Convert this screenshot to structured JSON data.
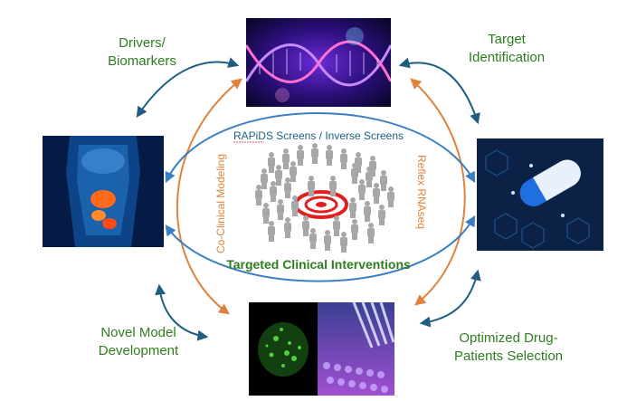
{
  "labels": {
    "drivers_line1": "Drivers/",
    "drivers_line2": "Biomarkers",
    "target_line1": "Target",
    "target_line2": "Identification",
    "novel_line1": "Novel Model",
    "novel_line2": "Development",
    "optimized_line1": "Optimized Drug-",
    "optimized_line2": "Patients Selection"
  },
  "center": {
    "rapids": "RAPiDS Screens / Inverse Screens",
    "co_clinical": "Co-Clinical Modeling",
    "reflex": "Reflex RNAseq",
    "targeted": "Targeted Clinical Interventions"
  },
  "colors": {
    "green_text": "#2e7d1f",
    "blue_arrow": "#3a7fc4",
    "dark_teal_arrow": "#1f5e82",
    "orange_arrow": "#e0823c",
    "target_red": "#e02020",
    "figure_gray": "#a7a7a7"
  },
  "images": {
    "top": "dna-helix-image",
    "left": "human-anatomy-image",
    "right": "drug-capsule-image",
    "bottom_left": "cell-microscopy-image",
    "bottom_right": "pipette-plate-image"
  }
}
